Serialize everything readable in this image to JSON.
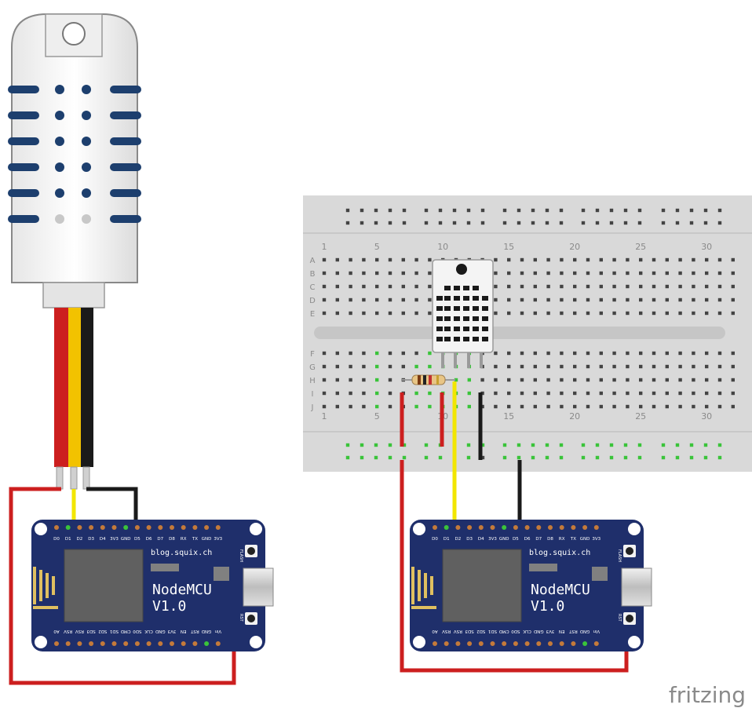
{
  "breadboard": {
    "column_numbers": [
      "1",
      "5",
      "10",
      "15",
      "20",
      "25",
      "30"
    ],
    "row_letters_top": [
      "A",
      "B",
      "C",
      "D",
      "E"
    ],
    "row_letters_bottom": [
      "F",
      "G",
      "H",
      "I",
      "J"
    ]
  },
  "nodemcu": {
    "top_pins": [
      "D0",
      "D1",
      "D2",
      "D3",
      "D4",
      "3V3",
      "GND",
      "D5",
      "D6",
      "D7",
      "D8",
      "RX",
      "TX",
      "GND",
      "3V3"
    ],
    "bottom_pins": [
      "A0",
      "RSV",
      "RSV",
      "SD3",
      "SD2",
      "SD1",
      "CMD",
      "SD0",
      "CLK",
      "GND",
      "3V3",
      "EN",
      "RST",
      "GND",
      "Vin"
    ],
    "site": "blog.squix.ch",
    "name": "NodeMCU",
    "version": "V1.0",
    "flash_label": "FLASH",
    "rst_label": "RST"
  },
  "watermark": "fritzing",
  "colors": {
    "wire_red": "#cc1f1f",
    "wire_yellow": "#f2e600",
    "wire_black": "#1a1a1a",
    "board_blue": "#1f2f6b",
    "breadboard": "#d9d9d9",
    "sensor_hole": "#1d3f6e"
  }
}
